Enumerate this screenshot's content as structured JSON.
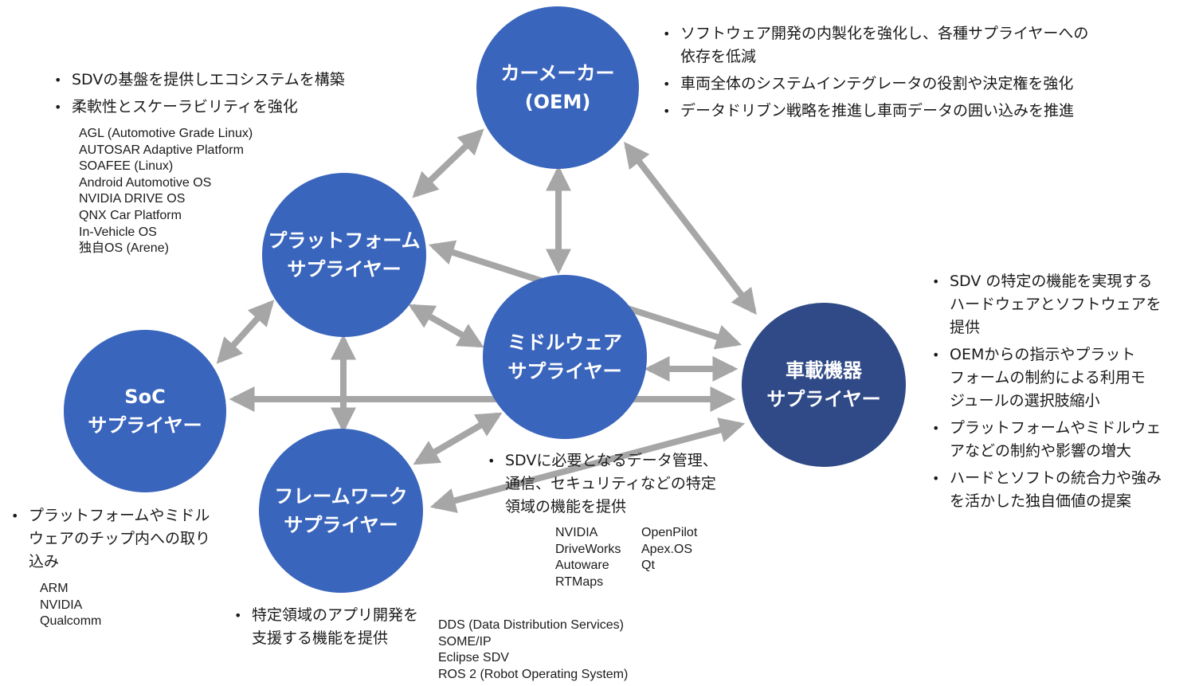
{
  "nodes": {
    "oem": {
      "line1": "カーメーカー",
      "line2": "(OEM)"
    },
    "platform": {
      "line1": "プラットフォーム",
      "line2": "サプライヤー"
    },
    "middleware": {
      "line1": "ミドルウェア",
      "line2": "サプライヤー"
    },
    "soc": {
      "line1": "SoC",
      "line2": "サプライヤー"
    },
    "framework": {
      "line1": "フレームワーク",
      "line2": "サプライヤー"
    },
    "ecu": {
      "line1": "車載機器",
      "line2": "サプライヤー"
    }
  },
  "oem_notes": [
    [
      "ソフトウェア開発の内製化を強化し、各種サプライヤーへの",
      "依存を低減"
    ],
    [
      "車両全体のシステムインテグレータの役割や決定権を強化"
    ],
    [
      "データドリブン戦略を推進し車両データの囲い込みを推進"
    ]
  ],
  "platform_notes": [
    [
      "SDVの基盤を提供しエコシステムを構築"
    ],
    [
      "柔軟性とスケーラビリティを強化"
    ]
  ],
  "platform_products": [
    "AGL (Automotive Grade Linux)",
    "AUTOSAR Adaptive Platform",
    "SOAFEE (Linux)",
    "Android Automotive OS",
    "NVIDIA DRIVE OS",
    "QNX Car Platform",
    "In-Vehicle OS",
    "独自OS (Arene)"
  ],
  "ecu_notes": [
    [
      "SDV の特定の機能を実現する",
      "ハードウェアとソフトウェアを",
      "提供"
    ],
    [
      "OEMからの指示やプラット",
      "フォームの制約による利用モ",
      "ジュールの選択肢縮小"
    ],
    [
      "プラットフォームやミドルウェ",
      "アなどの制約や影響の増大"
    ],
    [
      "ハードとソフトの統合力や強み",
      "を活かした独自価値の提案"
    ]
  ],
  "soc_notes": [
    [
      "プラットフォームやミドル",
      "ウェアのチップ内への取り",
      "込み"
    ]
  ],
  "soc_products": [
    "ARM",
    "NVIDIA",
    "Qualcomm"
  ],
  "middleware_notes": [
    [
      "SDVに必要となるデータ管理、",
      "通信、セキュリティなどの特定",
      "領域の機能を提供"
    ]
  ],
  "middleware_products_col1": [
    "NVIDIA",
    "DriveWorks",
    "Autoware",
    "RTMaps"
  ],
  "middleware_products_col2": [
    "OpenPilot",
    "Apex.OS",
    "Qt"
  ],
  "framework_notes": [
    [
      "特定領域のアプリ開発を",
      "支援する機能を提供"
    ]
  ],
  "framework_products": [
    "DDS (Data Distribution Services)",
    "SOME/IP",
    "Eclipse SDV",
    "ROS 2 (Robot Operating System)"
  ],
  "colors": {
    "node_blue": "#3a65bc",
    "node_dark": "#2f4a86",
    "arrow": "#a6a6a6",
    "text": "#1a1a1a"
  }
}
